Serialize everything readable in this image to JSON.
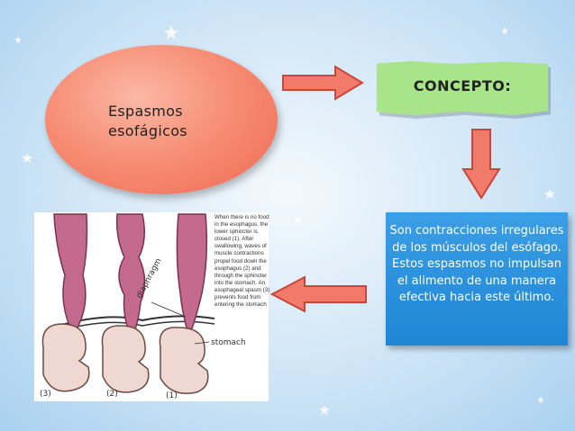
{
  "nodes": {
    "topic": "Espasmos\nesofágicos",
    "concept_label": "CONCEPTO:",
    "definition": "Son contracciones irregulares de los músculos del esófago. Estos espasmos no impulsan el alimento de una manera efectiva hacia este último."
  },
  "figure": {
    "caption": "When there is no food in the esophagus, the lower sphincter is closed (1). After swallowing, waves of muscle contractions propel food down the esophagus (2) and through the sphincter into the stomach. An esophageal spasm (3) prevents food from entering the stomach",
    "label_diaphragm": "diaphragm",
    "label_stomach": "stomach",
    "label_1": "(1)",
    "label_2": "(2)",
    "label_3": "(3)"
  },
  "colors": {
    "oval": "#f78f76",
    "concept_box": "#a8e48a",
    "definition_box": "#2a94e0",
    "arrow_fill": "#f27a6a",
    "arrow_stroke": "#c9463a"
  }
}
